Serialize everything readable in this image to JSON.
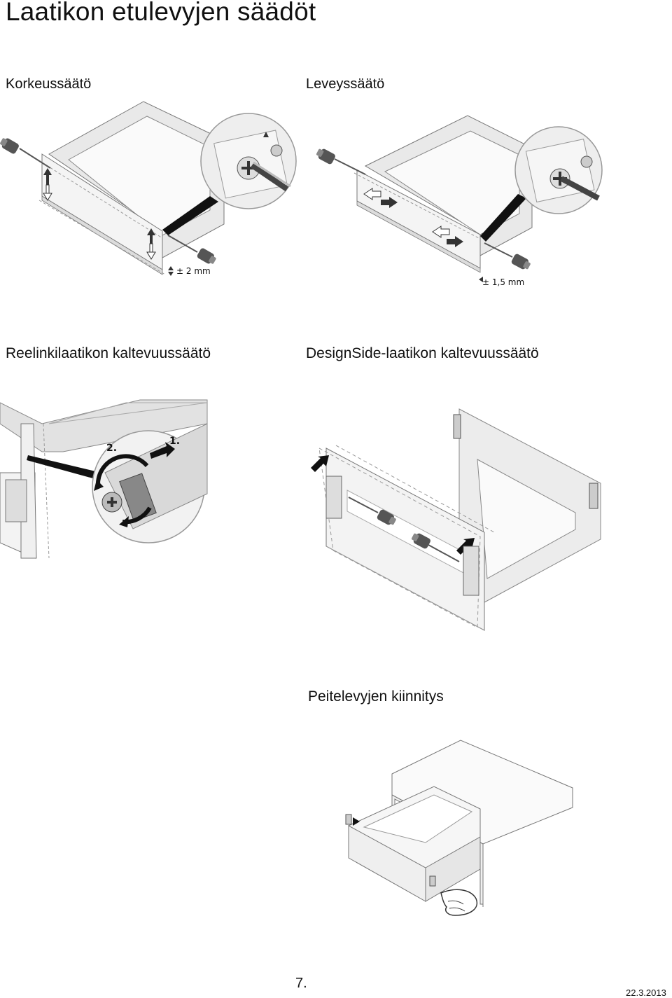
{
  "title": "Laatikon etulevyjen säädöt",
  "sections": {
    "height": {
      "heading": "Korkeussäätö",
      "dimension": "± 2 mm"
    },
    "width": {
      "heading": "Leveyssäätö",
      "dimension": "± 1,5 mm"
    },
    "tilt_tandembox": {
      "heading": "Reelinkilaatikon kaltevuussäätö",
      "step1": "1.",
      "step2": "2."
    },
    "tilt_designside": {
      "heading": "DesignSide-laatikon  kaltevuussäätö"
    },
    "cover_fixing": {
      "heading": "Peitelevyjen kiinnitys"
    }
  },
  "footer": {
    "page": "7.",
    "date": "22.3.2013"
  }
}
